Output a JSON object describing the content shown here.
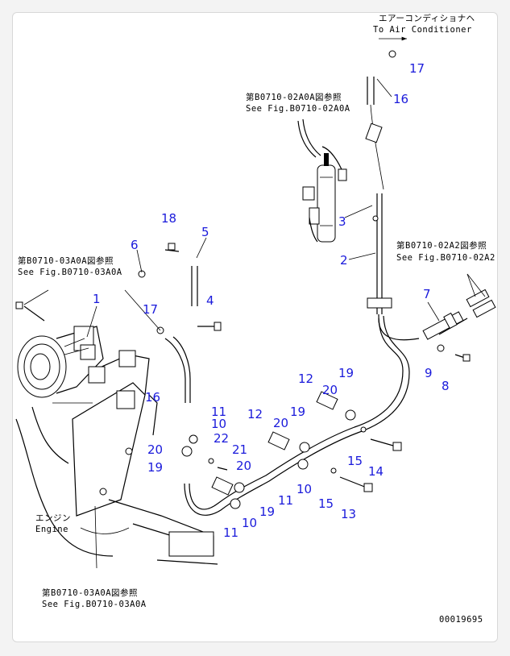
{
  "annotations": {
    "air_conditioner_jp": "エアーコンディショナヘ",
    "air_conditioner_en": "To Air Conditioner",
    "fig_02a0a_jp": "第B0710-02A0A図参照",
    "fig_02a0a_en": "See Fig.B0710-02A0A",
    "fig_03a0a_top_jp": "第B0710-03A0A図参照",
    "fig_03a0a_top_en": "See Fig.B0710-03A0A",
    "fig_02a2_jp": "第B0710-02A2図参照",
    "fig_02a2_en": "See Fig.B0710-02A2",
    "engine_jp": "エンジン",
    "engine_en": "Engine",
    "fig_03a0a_bottom_jp": "第B0710-03A0A図参照",
    "fig_03a0a_bottom_en": "See Fig.B0710-03A0A",
    "drawing_number": "00019695"
  },
  "part_numbers": {
    "p1": "1",
    "p2": "2",
    "p3": "3",
    "p4": "4",
    "p5": "5",
    "p6": "6",
    "p7": "7",
    "p8": "8",
    "p9": "9",
    "p10a": "10",
    "p10b": "10",
    "p10c": "10",
    "p11a": "11",
    "p11b": "11",
    "p11c": "11",
    "p12a": "12",
    "p12b": "12",
    "p13": "13",
    "p14": "14",
    "p15a": "15",
    "p15b": "15",
    "p16a": "16",
    "p16b": "16",
    "p17a": "17",
    "p17b": "17",
    "p18": "18",
    "p19a": "19",
    "p19b": "19",
    "p19c": "19",
    "p19d": "19",
    "p20a": "20",
    "p20b": "20",
    "p20c": "20",
    "p20d": "20",
    "p21": "21",
    "p22": "22"
  },
  "colors": {
    "callout": "#1a1adb",
    "line": "#000000",
    "frame_border": "#d8d8d8"
  }
}
